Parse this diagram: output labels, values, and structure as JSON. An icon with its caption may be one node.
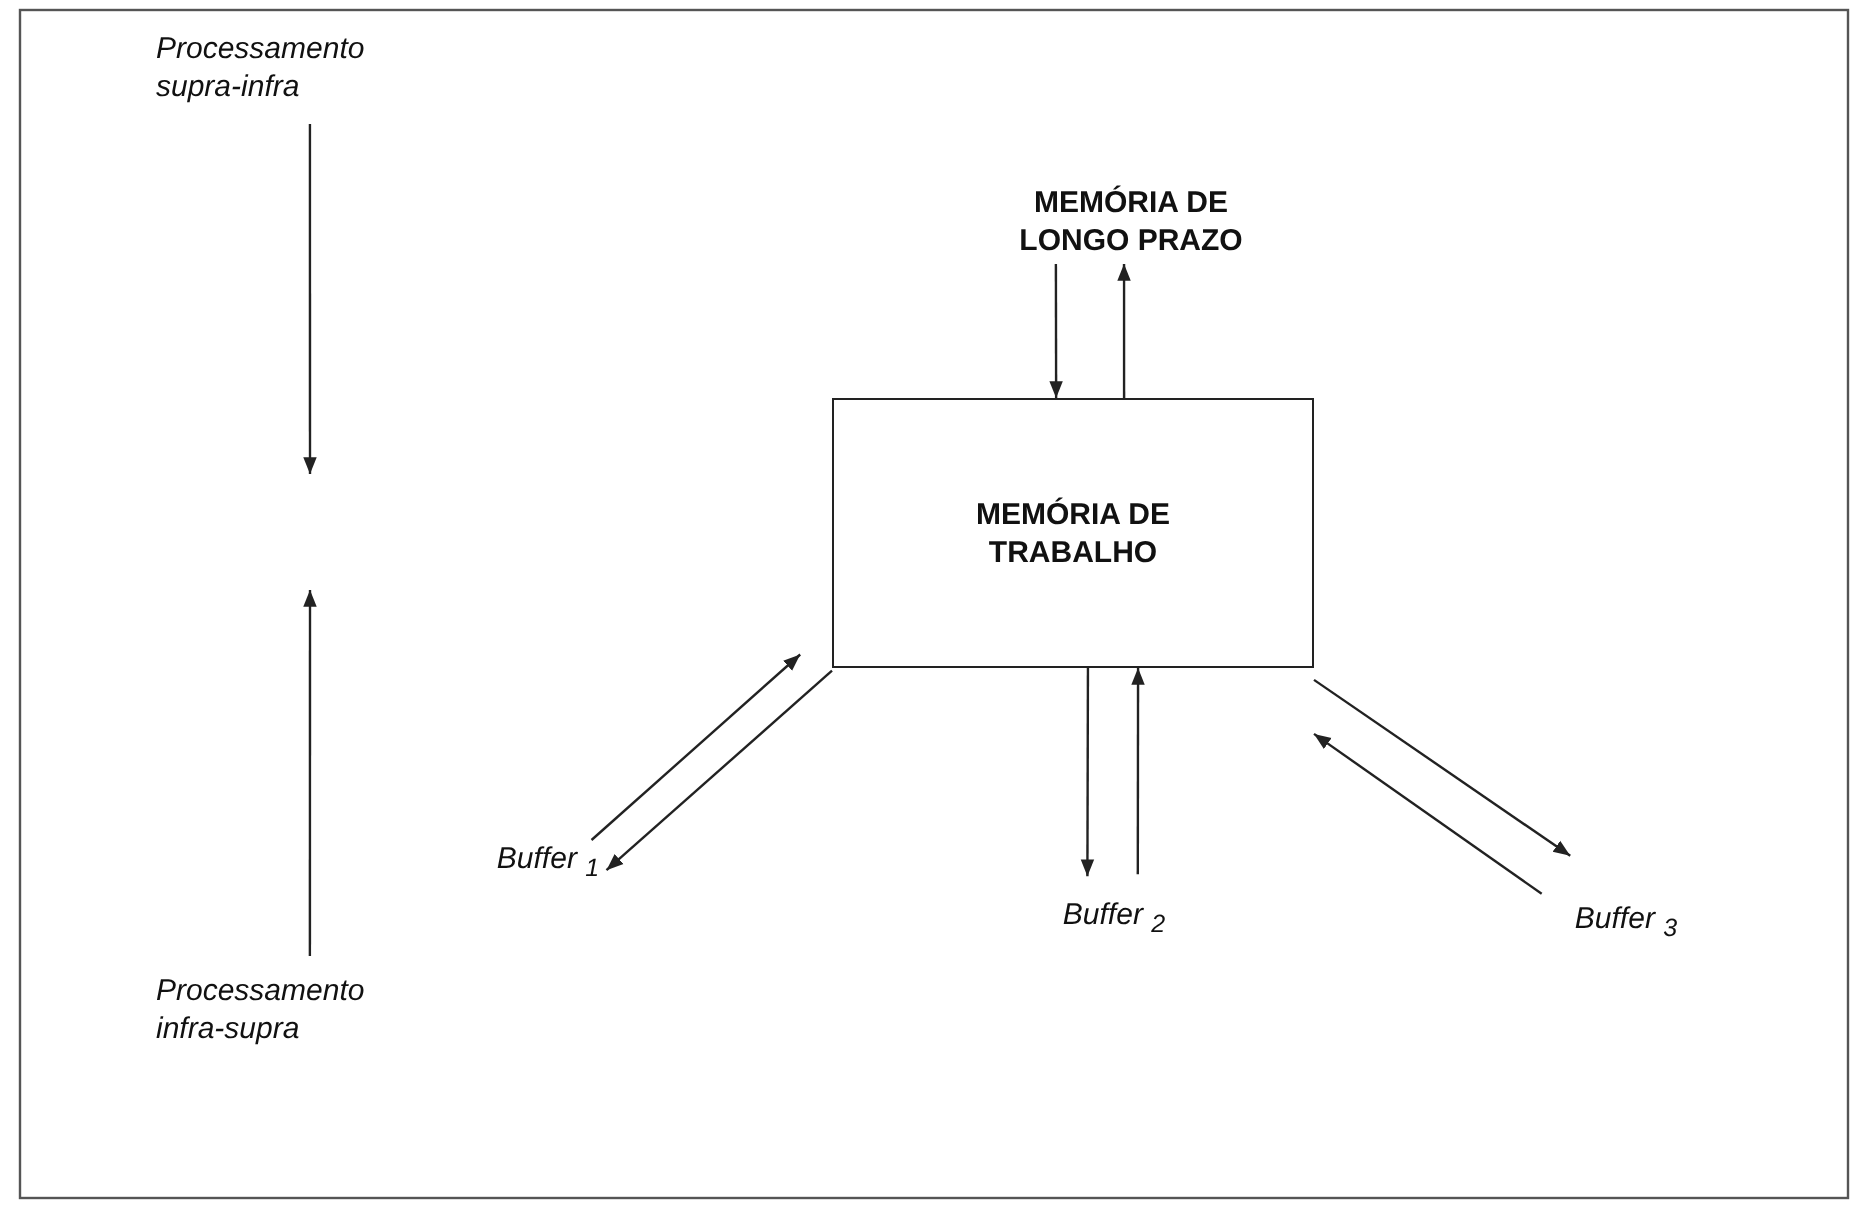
{
  "diagram": {
    "nodes": [
      {
        "text": [
          "Processamento supra-infra"
        ]
      },
      {
        "text": [
          "Processamento infra-supra"
        ]
      },
      {
        "text": [
          "MEMÓRIA DE LONGO PRAZO"
        ]
      },
      {
        "text": [
          "MEMÓRIA DE TRABALHO"
        ]
      },
      {
        "text": [
          "Buffer $_{1}$"
        ]
      },
      {
        "text": [
          "Buffer $_{2}$"
        ]
      },
      {
        "text": [
          "Buffer $_{3}$"
        ]
      }
    ],
    "edges": [
      {
        "from": 0,
        "to": null,
        "arrow": "to"
      },
      {
        "from": 1,
        "to": null,
        "arrow": "to"
      },
      {
        "from": 2,
        "to": 3,
        "arrow": "to"
      },
      {
        "from": 3,
        "to": 2,
        "arrow": "to"
      },
      {
        "from": 4,
        "to": 3,
        "arrow": "to"
      },
      {
        "from": 3,
        "to": 4,
        "arrow": "to"
      },
      {
        "from": 3,
        "to": 5,
        "arrow": "to"
      },
      {
        "from": 5,
        "to": 3,
        "arrow": "to"
      },
      {
        "from": 6,
        "to": 3,
        "arrow": "to"
      },
      {
        "from": 3,
        "to": 6,
        "arrow": "to"
      }
    ]
  }
}
